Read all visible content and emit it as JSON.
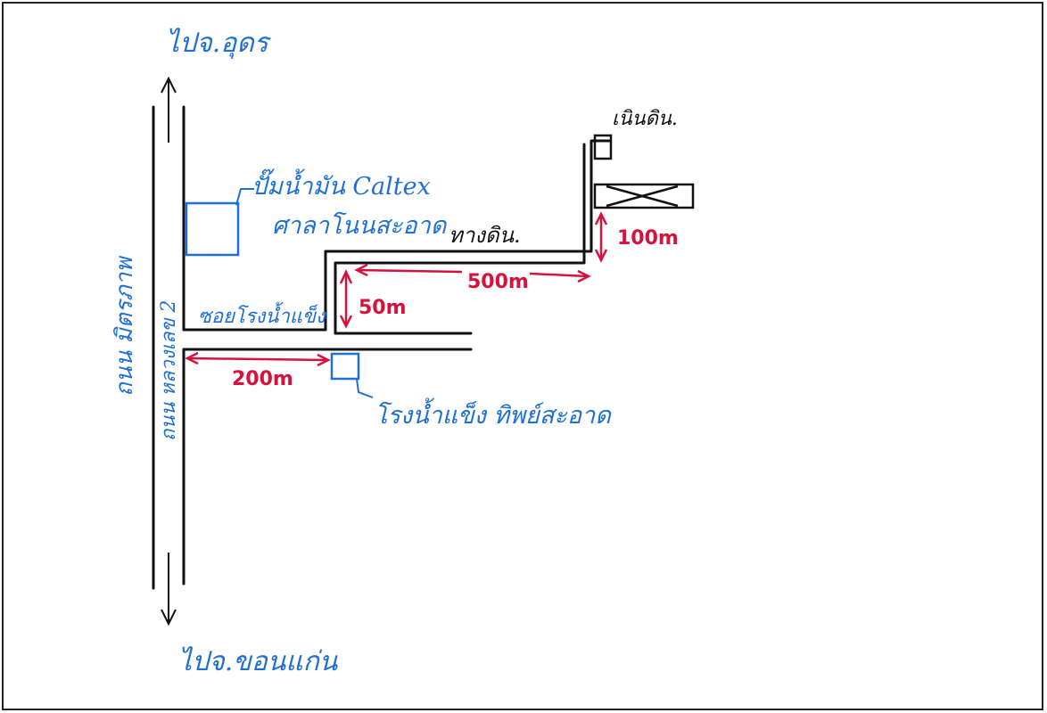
{
  "colors": {
    "road": "#111111",
    "label_blue": "#1f6fd6",
    "distance_red": "#d6123c",
    "paper": "#ffffff",
    "border": "#222222"
  },
  "labels": {
    "to_north": "ไปจ.อุดร",
    "to_south": "ไปจ.ขอนแก่น",
    "main_road": "ถนน มิตรภาพ",
    "highway": "ถนน หลวงเลข 2",
    "gas_station_line1": "ปั๊มน้ำมัน Caltex",
    "gas_station_line2": "ศาลาโนนสะอาด",
    "alley": "ซอยโรงน้ำแข็ง",
    "ice_factory": "โรงน้ำแข็ง ทิพย์สะอาด",
    "dirt_road": "ทางดิน.",
    "destination": "เนินดิน."
  },
  "distances": {
    "first_leg": "200m",
    "second_leg": "50m",
    "third_leg": "500m",
    "fourth_leg": "100m"
  },
  "icons": {
    "north_arrow": "arrow-up-icon",
    "south_arrow": "arrow-down-icon",
    "gas_station": "square-marker-icon",
    "ice_factory": "square-marker-icon",
    "bridge": "crossed-box-icon"
  }
}
